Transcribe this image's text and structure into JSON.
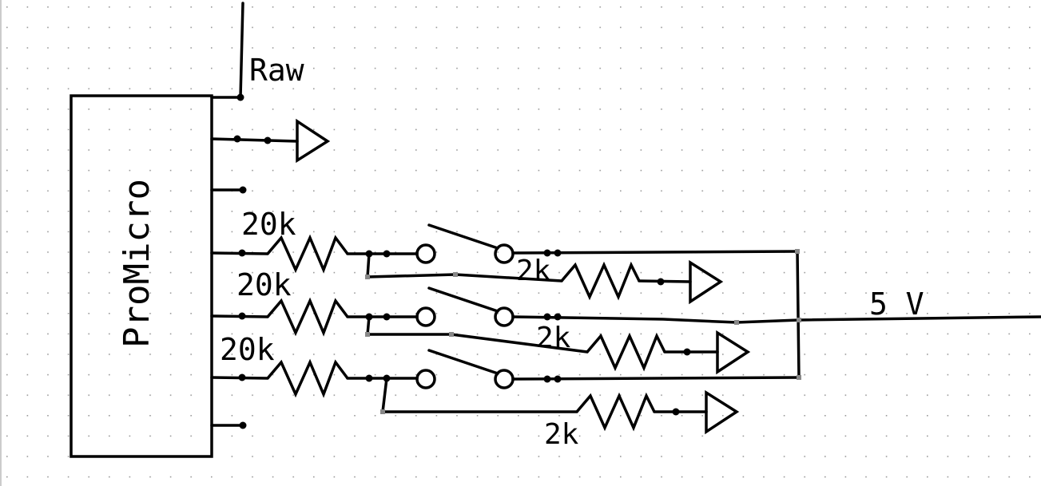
{
  "schematic": {
    "module_label": "ProMicro",
    "raw_label": "Raw",
    "supply_label": "5 V",
    "resistors": [
      {
        "value": "20k"
      },
      {
        "value": "20k"
      },
      {
        "value": "20k"
      },
      {
        "value": "2k"
      },
      {
        "value": "2k"
      },
      {
        "value": "2k"
      }
    ]
  }
}
